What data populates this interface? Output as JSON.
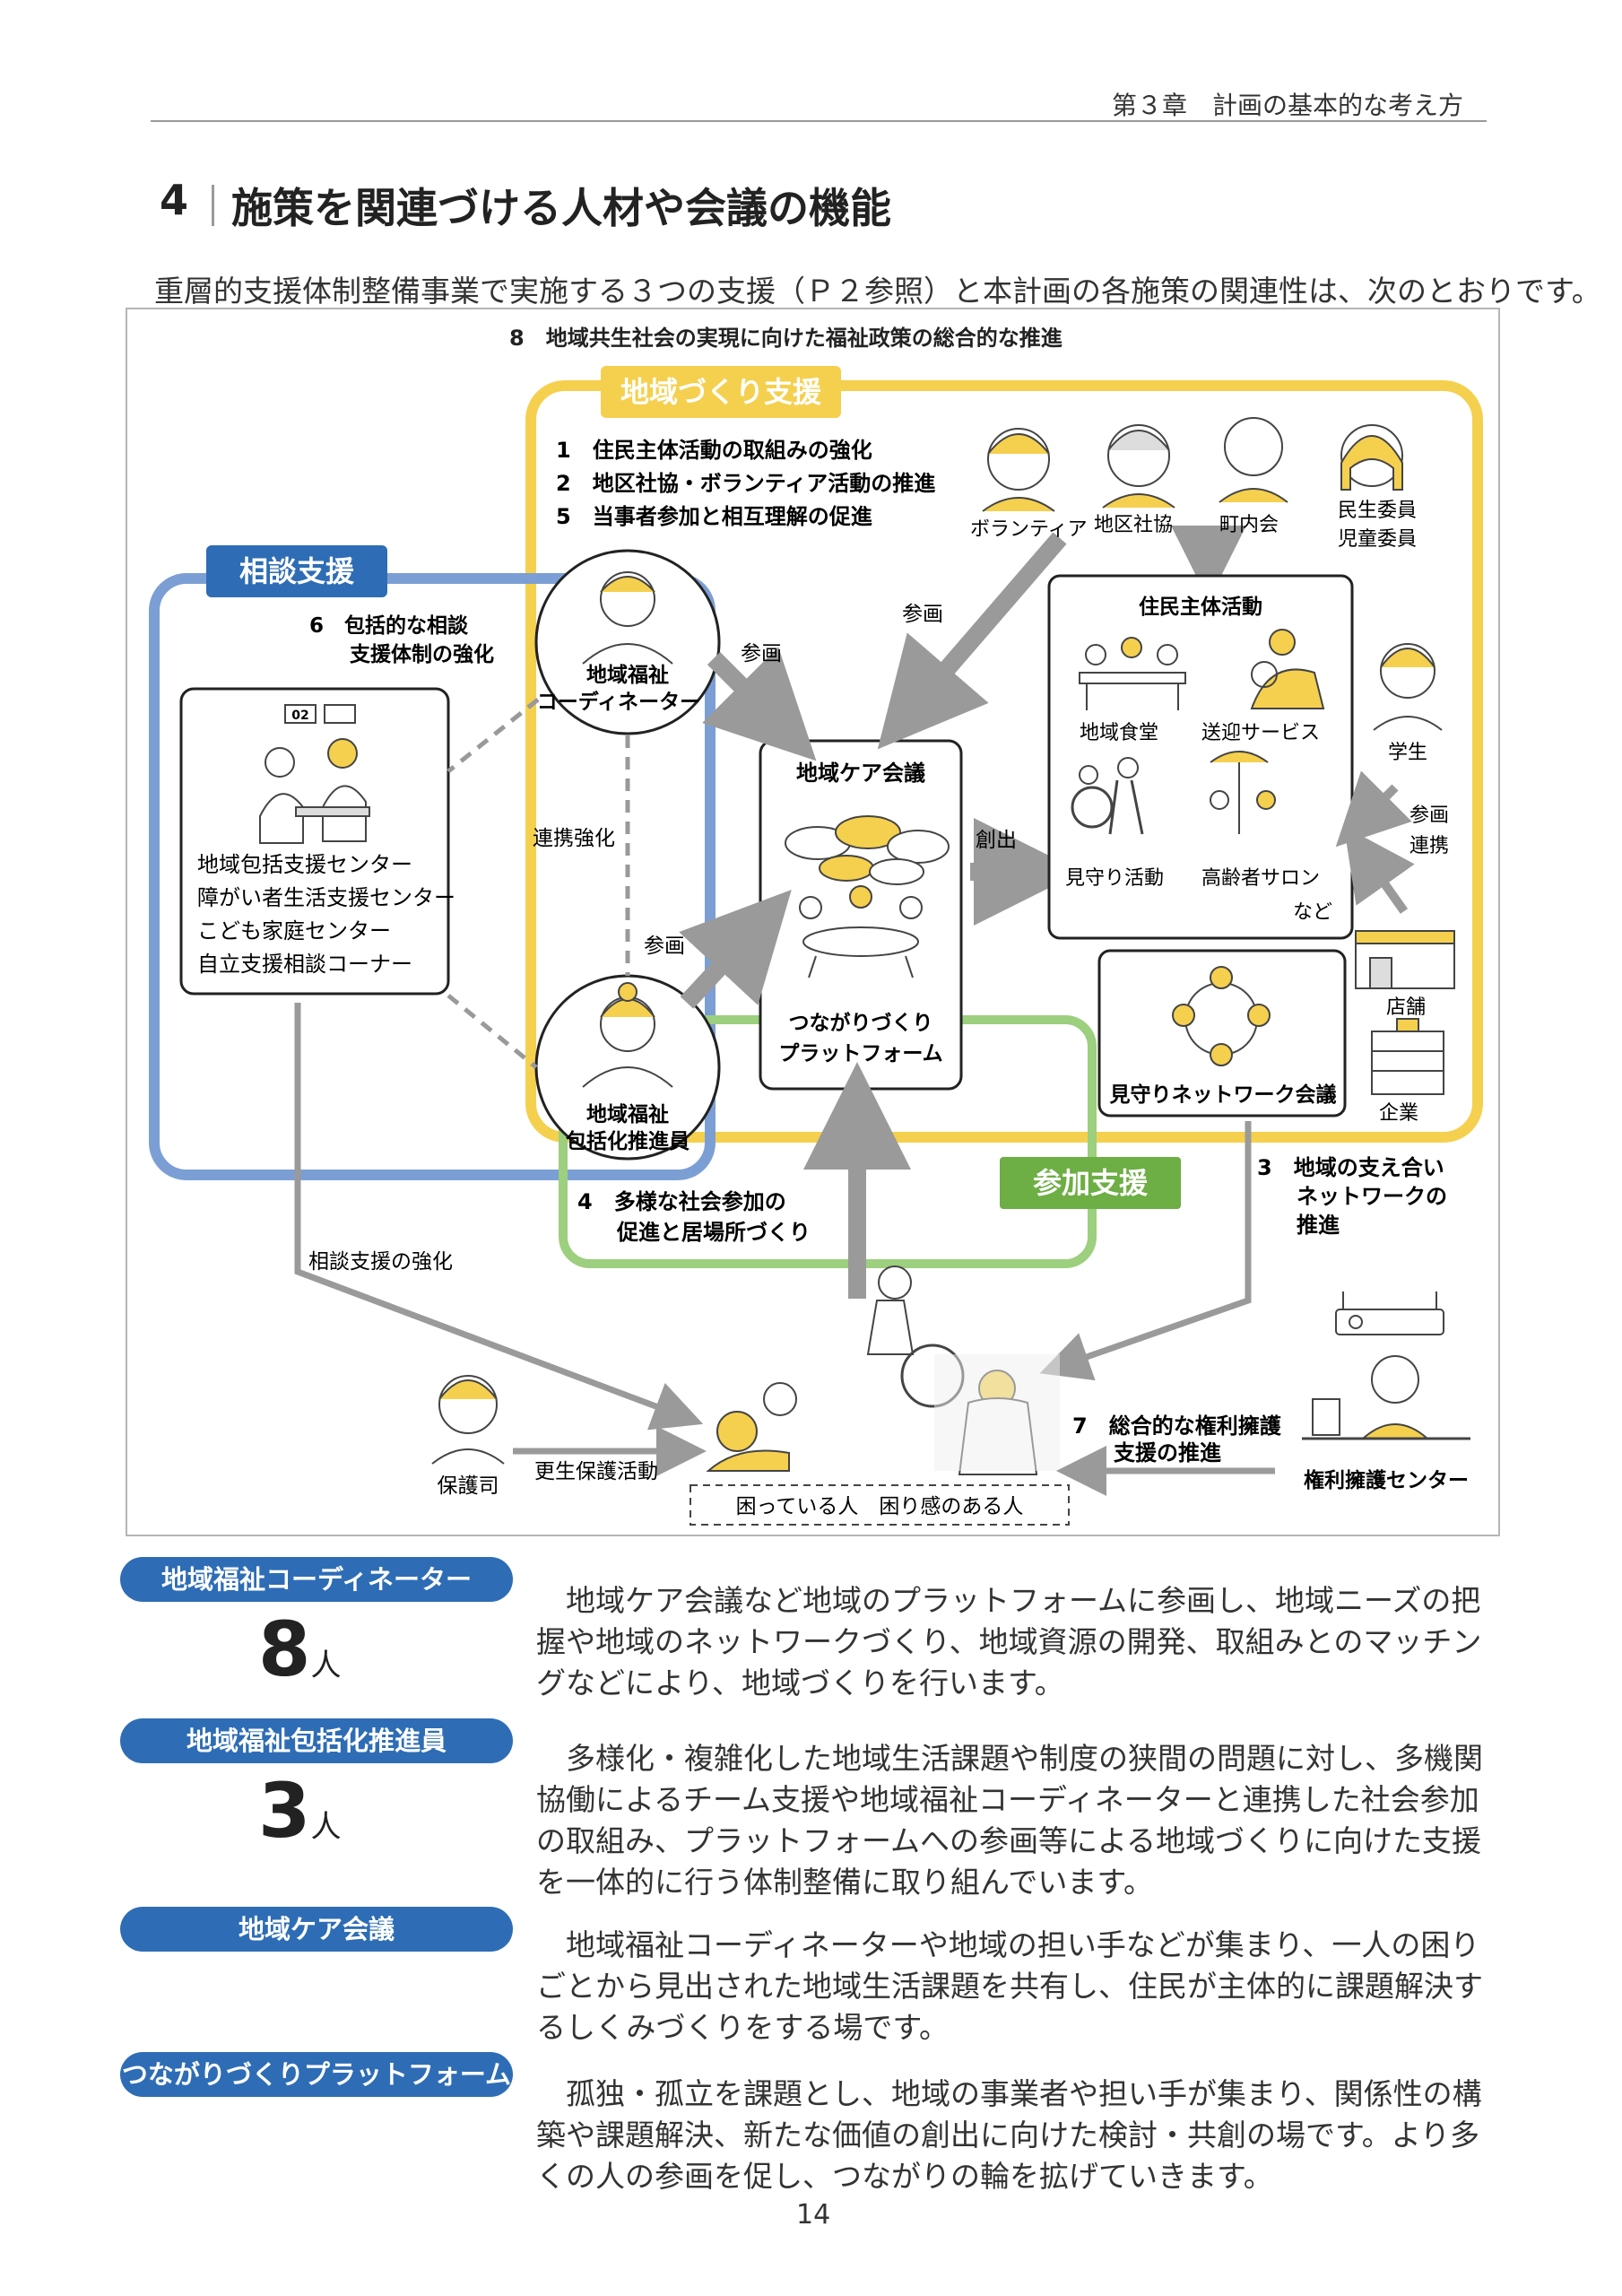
{
  "header": {
    "chapter": "第３章　計画の基本的な考え方"
  },
  "section": {
    "number": "4",
    "title": "施策を関連づける人材や会議の機能"
  },
  "intro": "重層的支援体制整備事業で実施する３つの支援（Ｐ２参照）と本計画の各施策の関連性は、次のとおりです。",
  "diagram": {
    "top_item": "8　地域共生社会の実現に向けた福祉政策の総合的な推進",
    "community_label": "地域づくり支援",
    "community_items": [
      "1　住民主体活動の取組みの強化",
      "2　地区社協・ボランティア活動の推進",
      "5　当事者参加と相互理解の促進"
    ],
    "consult_label": "相談支援",
    "consult_item": [
      "6　包括的な相談",
      "支援体制の強化"
    ],
    "participation_label": "参加支援",
    "participation_item": [
      "4　多様な社会参加の",
      "促進と居場所づくり"
    ],
    "coordinator": [
      "地域福祉",
      "コーディネーター"
    ],
    "promoter": [
      "地域福祉",
      "包括化推進員"
    ],
    "care_meeting": "地域ケア会議",
    "platform": [
      "つながりづくり",
      "プラットフォーム"
    ],
    "consult_centers": [
      "地域包括支援センター",
      "障がい者生活支援センター",
      "こども家庭センター",
      "自立支援相談コーナー"
    ],
    "people": [
      "ボランティア",
      "地区社協",
      "町内会",
      "民生委員",
      "児童委員"
    ],
    "resident_activity": "住民主体活動",
    "activities": [
      "地域食堂",
      "送迎サービス",
      "見守り活動",
      "高齢者サロン"
    ],
    "etc": "など",
    "student": "学生",
    "store": "店舗",
    "company": "企業",
    "watch_network": "見守りネットワーク会議",
    "network_item": [
      "3　地域の支え合い",
      "ネットワークの",
      "推進"
    ],
    "rights_item": [
      "7　総合的な権利擁護",
      "支援の推進"
    ],
    "rights_center": "権利擁護センター",
    "probation": "保護司",
    "rehab": "更生保護活動",
    "consult_strength": "相談支援の強化",
    "troubled": "困っている人　困り感のある人",
    "arrow_participate": "参画",
    "arrow_link": "連携強化",
    "arrow_create": "創出",
    "arrow_participate_link": [
      "参画",
      "連携"
    ],
    "school_sign": "02",
    "colors": {
      "yellow": "#f5d04e",
      "blue": "#7b9fd4",
      "green": "#9ccf7e",
      "navy_pill": "#2e6db5",
      "arrow": "#9a9a9a"
    }
  },
  "roles": [
    {
      "name": "地域福祉コーディネーター",
      "count": "8",
      "unit": "人",
      "text": "　地域ケア会議など地域のプラットフォームに参画し、地域ニーズの把握や地域のネットワークづくり、地域資源の開発、取組みとのマッチングなどにより、地域づくりを行います。"
    },
    {
      "name": "地域福祉包括化推進員",
      "count": "3",
      "unit": "人",
      "text": "　多様化・複雑化した地域生活課題や制度の狭間の問題に対し、多機関協働によるチーム支援や地域福祉コーディネーターと連携した社会参加の取組み、プラットフォームへの参画等による地域づくりに向けた支援を一体的に行う体制整備に取り組んでいます。"
    },
    {
      "name": "地域ケア会議",
      "text": "　地域福祉コーディネーターや地域の担い手などが集まり、一人の困りごとから見出された地域生活課題を共有し、住民が主体的に課題解決するしくみづくりをする場です。"
    },
    {
      "name": "つながりづくりプラットフォーム",
      "text": "　孤独・孤立を課題とし、地域の事業者や担い手が集まり、関係性の構築や課題解決、新たな価値の創出に向けた検討・共創の場です。より多くの人の参画を促し、つながりの輪を拡げていきます。"
    }
  ],
  "page_number": "14"
}
